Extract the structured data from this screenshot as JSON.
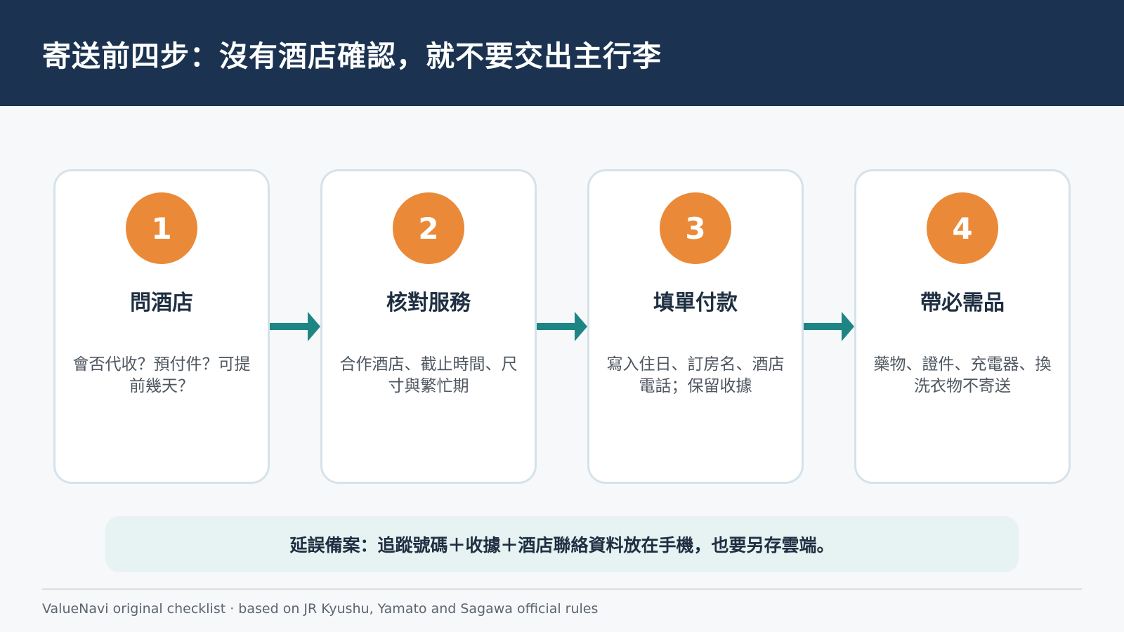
{
  "header": {
    "title": "寄送前四步：沒有酒店確認，就不要交出主行李"
  },
  "steps": [
    {
      "number": "1",
      "title": "問酒店",
      "description": "會否代收？預付件？可提前幾天？"
    },
    {
      "number": "2",
      "title": "核對服務",
      "description": "合作酒店、截止時間、尺寸與繁忙期"
    },
    {
      "number": "3",
      "title": "填單付款",
      "description": "寫入住日、訂房名、酒店電話；保留收據"
    },
    {
      "number": "4",
      "title": "帶必需品",
      "description": "藥物、證件、充電器、換洗衣物不寄送"
    }
  ],
  "note": "延誤備案：追蹤號碼＋收據＋酒店聯絡資料放在手機，也要另存雲端。",
  "footer": "ValueNavi original checklist · based on JR Kyushu, Yamato and Sagawa official rules",
  "colors": {
    "header_bg": "#1b3350",
    "badge": "#ea8a38",
    "arrow": "#1e8585",
    "note_bg": "#e6f3f2"
  }
}
